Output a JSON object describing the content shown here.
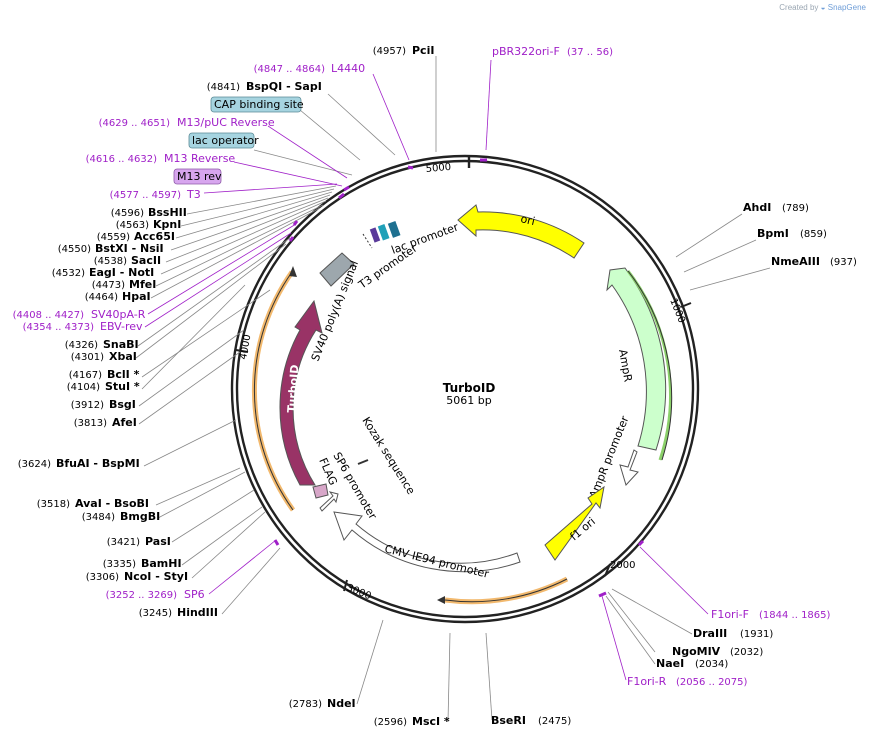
{
  "plasmid": {
    "name": "TurboID",
    "size_label": "5061 bp",
    "length": 5061
  },
  "watermark": {
    "prefix": "Created by",
    "brand": "SnapGene"
  },
  "ticks": [
    "1000",
    "2000",
    "3000",
    "4000",
    "5000"
  ],
  "sites_right": [
    {
      "name": "AhdI",
      "pos": "(789)"
    },
    {
      "name": "BpmI",
      "pos": "(859)"
    },
    {
      "name": "NmeAIII",
      "pos": "(937)"
    },
    {
      "name": "DraIII",
      "pos": "(1931)"
    },
    {
      "name": "NgoMIV",
      "pos": "(2032)"
    },
    {
      "name": "NaeI",
      "pos": "(2034)"
    },
    {
      "name": "BseRI",
      "pos": "(2475)"
    }
  ],
  "sites_left": [
    {
      "name": "PciI",
      "pos": "(4957)"
    },
    {
      "name": "BspQI  - SapI",
      "pos": "(4841)"
    },
    {
      "name": "BssHII",
      "pos": "(4596)"
    },
    {
      "name": "KpnI",
      "pos": "(4563)"
    },
    {
      "name": "Acc65I",
      "pos": "(4559)"
    },
    {
      "name": "BstXI  - NsiI",
      "pos": "(4550)"
    },
    {
      "name": "SacII",
      "pos": "(4538)"
    },
    {
      "name": "EagI  - NotI",
      "pos": "(4532)"
    },
    {
      "name": "MfeI",
      "pos": "(4473)"
    },
    {
      "name": "HpaI",
      "pos": "(4464)"
    },
    {
      "name": "SnaBI",
      "pos": "(4326)"
    },
    {
      "name": "XbaI",
      "pos": "(4301)"
    },
    {
      "name": "BclI *",
      "pos": "(4167)"
    },
    {
      "name": "StuI *",
      "pos": "(4104)"
    },
    {
      "name": "BsgI",
      "pos": "(3912)"
    },
    {
      "name": "AfeI",
      "pos": "(3813)"
    },
    {
      "name": "BfuAI  - BspMI",
      "pos": "(3624)"
    },
    {
      "name": "AvaI  - BsoBI",
      "pos": "(3518)"
    },
    {
      "name": "BmgBI",
      "pos": "(3484)"
    },
    {
      "name": "PasI",
      "pos": "(3421)"
    },
    {
      "name": "BamHI",
      "pos": "(3335)"
    },
    {
      "name": "NcoI  - StyI",
      "pos": "(3306)"
    },
    {
      "name": "HindIII",
      "pos": "(3245)"
    },
    {
      "name": "NdeI",
      "pos": "(2783)"
    },
    {
      "name": "MscI *",
      "pos": "(2596)"
    }
  ],
  "primers": [
    {
      "name": "pBR322ori-F",
      "range": "(37 .. 56)"
    },
    {
      "name": "L4440",
      "range": "(4847 .. 4864)"
    },
    {
      "name": "M13/pUC Reverse",
      "range": "(4629 .. 4651)"
    },
    {
      "name": "M13 Reverse",
      "range": "(4616 .. 4632)"
    },
    {
      "name": "T3",
      "range": "(4577 .. 4597)"
    },
    {
      "name": "SV40pA-R",
      "range": "(4408 .. 4427)"
    },
    {
      "name": "EBV-rev",
      "range": "(4354 .. 4373)"
    },
    {
      "name": "SP6",
      "range": "(3252 .. 3269)"
    },
    {
      "name": "F1ori-F",
      "range": "(1844 .. 1865)"
    },
    {
      "name": "F1ori-R",
      "range": "(2056 .. 2075)"
    }
  ],
  "boxed_labels": [
    {
      "name": "CAP binding site",
      "color": "#a6d4e0"
    },
    {
      "name": "lac operator",
      "color": "#a6d4e0"
    },
    {
      "name": "M13 rev",
      "color": "#d7a6ee"
    }
  ],
  "features": {
    "ori": "ori",
    "ampr": "AmpR",
    "ampr_promoter": "AmpR promoter",
    "f1_ori": "f1 ori",
    "cmv": "CMV IE94 promoter",
    "turboid": "TurboID",
    "sv40": "SV40 poly(A) signal",
    "lac_promoter": "lac promoter",
    "t3_promoter": "T3 promoter",
    "kozak": "Kozak sequence",
    "sp6_promoter": "SP6 promoter",
    "flag": "FLAG"
  },
  "colors": {
    "ori": "#ffff00",
    "ampr": "#ccffcc",
    "ampr_orf": "#8bd06a",
    "turboid": "#993366",
    "sv40": "#9da7ad",
    "orf_outline": "#f2b96e",
    "primer": "#a020c8",
    "backbone": "#222222"
  }
}
